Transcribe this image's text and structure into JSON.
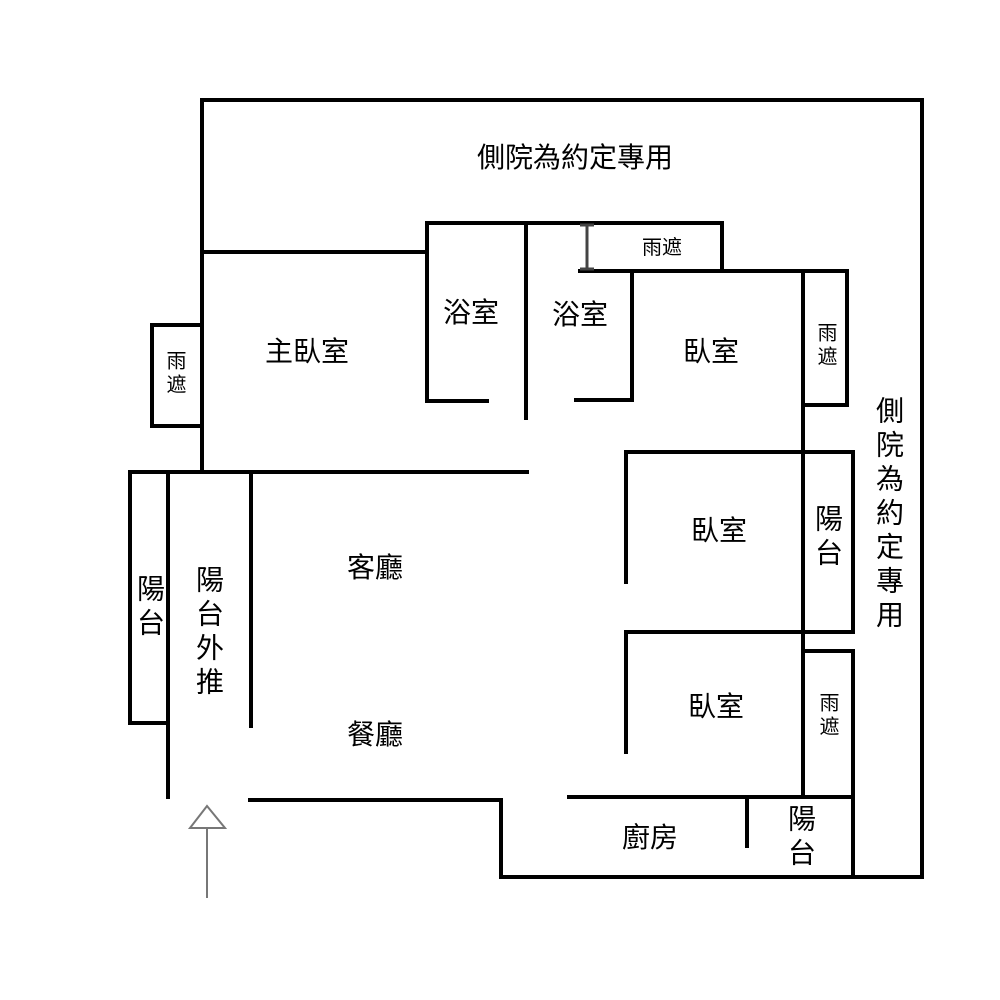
{
  "rooms": {
    "side_yard_top": "側院為約定專用",
    "side_yard_right": "側院為約定專用",
    "master_bedroom": "主臥室",
    "bathroom_1": "浴室",
    "bathroom_2": "浴室",
    "bedroom_1": "臥室",
    "bedroom_2": "臥室",
    "bedroom_3": "臥室",
    "rain_cover_top": "雨遮",
    "rain_cover_left": "雨遮",
    "rain_cover_right_1": "雨遮",
    "rain_cover_right_2": "雨遮",
    "balcony_left": "陽台",
    "balcony_extension": "陽台外推",
    "balcony_right": "陽台",
    "balcony_kitchen": "陽台",
    "living_room": "客廳",
    "dining_room": "餐廳",
    "kitchen": "廚房"
  },
  "colors": {
    "wall": "#000000",
    "arrow": "#777777"
  }
}
